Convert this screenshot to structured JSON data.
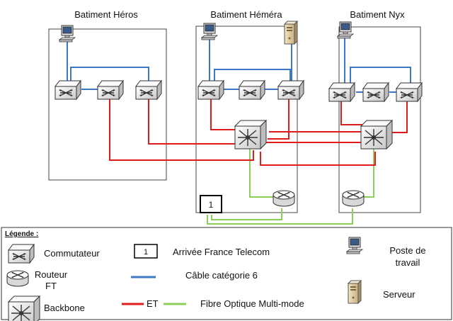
{
  "buildings": {
    "heros": "Batiment Héros",
    "hemera": "Batiment Héméra",
    "nyx": "Batiment Nyx"
  },
  "ft_arrival_number": "1",
  "legend": {
    "title": "Légende :",
    "switch": "Commutateur",
    "router_line1": "Routeur",
    "router_line2": "FT",
    "backbone": "Backbone",
    "ft_arrival_number": "1",
    "ft_arrival": "Arrivée France Telecom",
    "cat6_cable": "Câble catégorie 6",
    "et_label": "ET",
    "fiber": "Fibre Optique Multi-mode",
    "workstation_line1": "Poste de",
    "workstation_line2": "travail",
    "server": "Serveur"
  },
  "colors": {
    "cat6": "#3b78c8",
    "et": "#e01b1b",
    "fiber": "#8cd05a",
    "device_body": "#f0f0f0",
    "outline": "#333333"
  },
  "icons": [
    "switch-icon",
    "router-icon",
    "backbone-icon",
    "workstation-icon",
    "server-icon"
  ]
}
